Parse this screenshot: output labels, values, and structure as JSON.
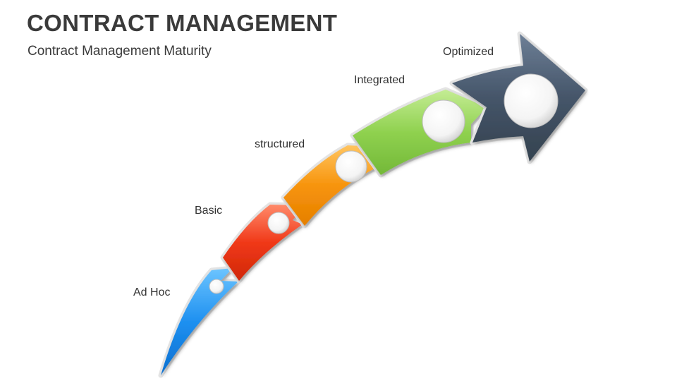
{
  "slide": {
    "title": "CONTRACT MANAGEMENT",
    "subtitle": "Contract Management Maturity"
  },
  "stages": [
    {
      "label": "Ad Hoc",
      "color": "#1e90f0"
    },
    {
      "label": "Basic",
      "color": "#f03818"
    },
    {
      "label": "structured",
      "color": "#f7940c"
    },
    {
      "label": "Integrated",
      "color": "#8fd14f"
    },
    {
      "label": "Optimized",
      "color": "#455569"
    }
  ]
}
